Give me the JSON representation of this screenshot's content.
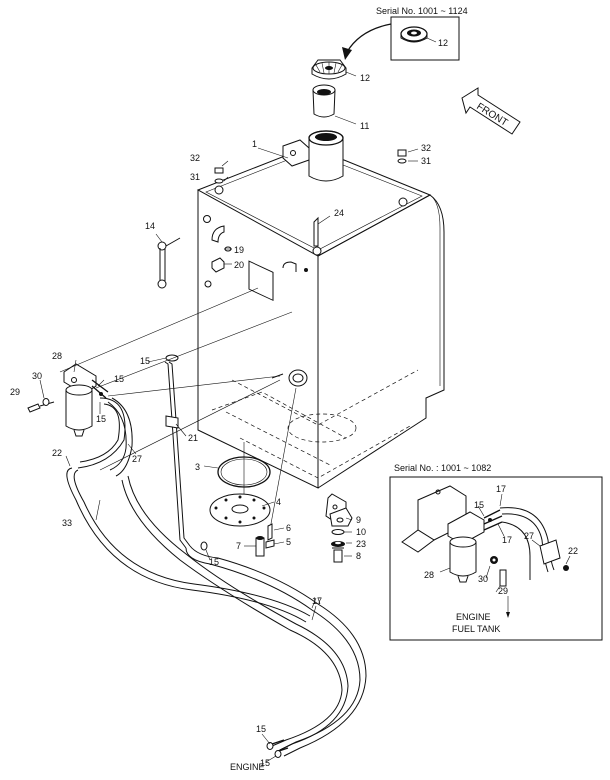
{
  "inset_top": {
    "serial": "Serial No. 1001 ~ 1124",
    "part": "12"
  },
  "inset_right": {
    "serial": "Serial No. : 1001 ~ 1082"
  },
  "front_label": "FRONT",
  "callouts": {
    "p1": "1",
    "p3": "3",
    "p4": "4",
    "p5": "5",
    "p6": "6",
    "p7": "7",
    "p8": "8",
    "p9": "9",
    "p10": "10",
    "p11": "11",
    "p12": "12",
    "p14": "14",
    "p15a": "15",
    "p15b": "15",
    "p15c": "15",
    "p15d": "15",
    "p15e": "15",
    "p17": "17",
    "p19": "19",
    "p20": "20",
    "p21": "21",
    "p22": "22",
    "p23": "23",
    "p24": "24",
    "p27": "27",
    "p28": "28",
    "p29": "29",
    "p30": "30",
    "p31a": "31",
    "p31b": "31",
    "p32a": "32",
    "p32b": "32",
    "p33": "33"
  },
  "inset_callouts": {
    "p15": "15",
    "p17a": "17",
    "p17b": "17",
    "p22": "22",
    "p27": "27",
    "p28": "28",
    "p29": "29",
    "p30": "30"
  },
  "labels": {
    "engine_bottom": "ENGINE",
    "engine_inset": "ENGINE",
    "fuel_tank_inset": "FUEL TANK"
  }
}
